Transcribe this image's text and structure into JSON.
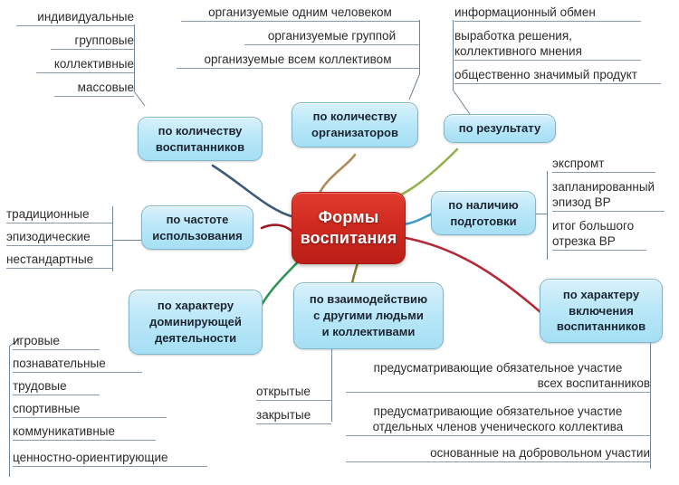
{
  "title": "Формы воспитания",
  "center": {
    "line1": "Формы",
    "line2": "воспитания"
  },
  "branches": [
    {
      "id": "kolichestvo-vospitannikov",
      "label_lines": [
        "по количеству",
        "воспитанников"
      ],
      "link_color": "#3d5a78",
      "leaves": [
        "индивидуальные",
        "групповые",
        "коллективные",
        "массовые"
      ]
    },
    {
      "id": "kolichestvo-organizatorov",
      "label_lines": [
        "по количеству",
        "организаторов"
      ],
      "link_color": "#b08a5c",
      "leaves": [
        "организуемые одним человеком",
        "организуемые группой",
        "организуемые всем коллективом"
      ]
    },
    {
      "id": "po-rezultatu",
      "label_lines": [
        "по результату"
      ],
      "link_color": "#93b24e",
      "leaves": [
        "информационный обмен",
        "выработка решения, коллективного мнения",
        "общественно значимый продукт"
      ]
    },
    {
      "id": "nalichie-podgotovki",
      "label_lines": [
        "по наличию",
        "подготовки"
      ],
      "link_color": "#3c9ac4",
      "leaves": [
        "экспромт",
        "запланированный эпизод ВР",
        "итог большого отрезка ВР"
      ]
    },
    {
      "id": "harakter-vklyucheniya",
      "label_lines": [
        "по характеру",
        "включения",
        "воспитанников"
      ],
      "link_color": "#b32936",
      "leaves": [
        "предусматривающие обязательное участие всех воспитанников",
        "предусматривающие обязательное участие отдельных членов ученического коллектива",
        "основанные на добровольном участии"
      ]
    },
    {
      "id": "vzaimodeystvie",
      "label_lines": [
        "по взаимодействию",
        "с другими людьми",
        "и коллективами"
      ],
      "link_color": "#8a7a33",
      "leaves": [
        "открытые",
        "закрытые"
      ]
    },
    {
      "id": "harakter-dominiruyushchey",
      "label_lines": [
        "по характеру",
        "доминирующей",
        "деятельности"
      ],
      "link_color": "#2f9457",
      "leaves": [
        "игровые",
        "познавательные",
        "трудовые",
        "спортивные",
        "коммуникативные",
        "ценностно-ориентирующие"
      ]
    },
    {
      "id": "chastota-ispolzovaniya",
      "label_lines": [
        "по частоте",
        "использования"
      ],
      "link_color": "#9e1b22",
      "leaves": [
        "традиционные",
        "эпизодические",
        "нестандартные"
      ]
    }
  ],
  "leaf_text": {
    "individualnye": "индивидуальные",
    "gruppovye": "групповые",
    "kollektivnye": "коллективные",
    "massovye": "массовые",
    "org_odnim": "организуемые одним человеком",
    "org_gruppoy": "организуемые группой",
    "org_vsem": "организуемые всем коллективом",
    "inf_obmen": "информационный обмен",
    "vyrabotka_1": "выработка решения,",
    "vyrabotka_2": "коллективного мнения",
    "obshch_produkt": "общественно значимый продукт",
    "ekspromt": "экспромт",
    "zaplan_1": "запланированный",
    "zaplan_2": "эпизод ВР",
    "itog_1": "итог большого",
    "itog_2": "отрезка ВР",
    "tradicionnye": "традиционные",
    "epizodicheskie": "эпизодические",
    "nestandartnye": "нестандартные",
    "igrovye": "игровые",
    "poznavatelnye": "познавательные",
    "trudovye": "трудовые",
    "sportivnye": "спортивные",
    "kommunikativnye": "коммуникативные",
    "cennostno": "ценностно-ориентирующие",
    "otkrytye": "открытые",
    "zakrytye": "закрытые",
    "predusm_a1": "предусматривающие обязательное участие",
    "predusm_a2": "всех воспитанников",
    "predusm_b1": "предусматривающие обязательное участие",
    "predusm_b2": "отдельных членов ученического коллектива",
    "osnovannye": "основанные на добровольном участии"
  },
  "node_labels": {
    "kv1": "по количеству",
    "kv2": "воспитанников",
    "ko1": "по количеству",
    "ko2": "организаторов",
    "pr1": "по результату",
    "np1": "по наличию",
    "np2": "подготовки",
    "hv1": "по характеру",
    "hv2": "включения",
    "hv3": "воспитанников",
    "vz1": "по взаимодействию",
    "vz2": "с другими людьми",
    "vz3": "и коллективами",
    "hd1": "по характеру",
    "hd2": "доминирующей",
    "hd3": "деятельности",
    "ci1": "по частоте",
    "ci2": "использования"
  },
  "colors": {
    "center_fill": "#d02a20",
    "node_fill": "#b9e7f8",
    "node_border": "#7fb6cc",
    "rail": "#6f8494",
    "leaf_text": "#2b2b2b"
  }
}
